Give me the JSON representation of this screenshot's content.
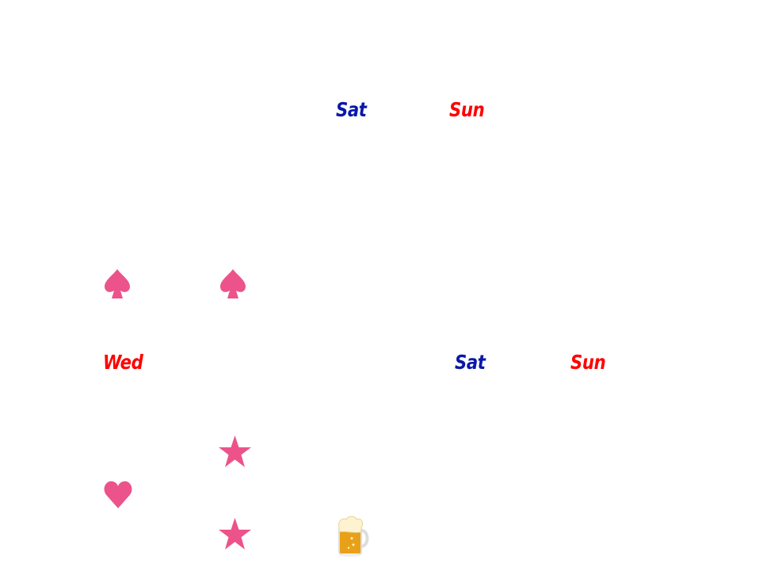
{
  "colors": {
    "blue": "#0a18a8",
    "red": "#ff0000",
    "pink": "#ec538a"
  },
  "labels": {
    "sat_top": "Sat",
    "sun_top": "Sun",
    "wed": "Wed",
    "sat_mid": "Sat",
    "sun_mid": "Sun"
  },
  "icons": [
    "spade-icon",
    "spade-icon",
    "star-icon",
    "heart-icon",
    "star-icon",
    "beer-mug-icon"
  ]
}
